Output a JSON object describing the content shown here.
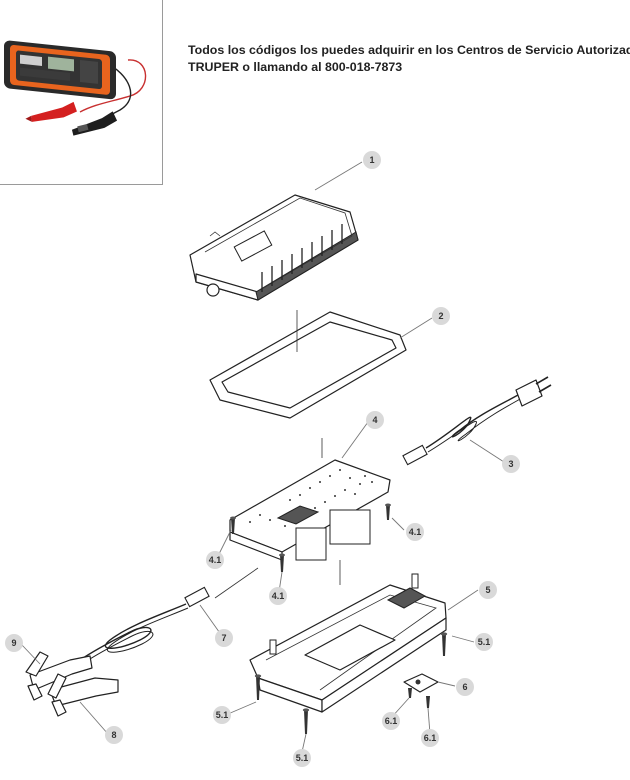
{
  "notice": {
    "line1": "Todos los códigos los puedes adquirir en los Centros de Servicio Autorizado",
    "line2": "TRUPER o llamando al 800-018-7873"
  },
  "callouts": [
    {
      "id": "c1",
      "label": "1"
    },
    {
      "id": "c2",
      "label": "2"
    },
    {
      "id": "c3",
      "label": "3"
    },
    {
      "id": "c4",
      "label": "4"
    },
    {
      "id": "c4-1a",
      "label": "4.1"
    },
    {
      "id": "c4-1b",
      "label": "4.1"
    },
    {
      "id": "c4-1c",
      "label": "4.1"
    },
    {
      "id": "c5",
      "label": "5"
    },
    {
      "id": "c5-1a",
      "label": "5.1"
    },
    {
      "id": "c5-1b",
      "label": "5.1"
    },
    {
      "id": "c5-1c",
      "label": "5.1"
    },
    {
      "id": "c6",
      "label": "6"
    },
    {
      "id": "c6-1a",
      "label": "6.1"
    },
    {
      "id": "c6-1b",
      "label": "6.1"
    },
    {
      "id": "c7",
      "label": "7"
    },
    {
      "id": "c8",
      "label": "8"
    },
    {
      "id": "c9",
      "label": "9"
    }
  ],
  "colors": {
    "charger_orange": "#e8641e",
    "charger_body": "#2a2a2a",
    "clamp_red": "#d42020",
    "cable_red": "#c83030",
    "callout_fill": "#d9d9d9"
  }
}
